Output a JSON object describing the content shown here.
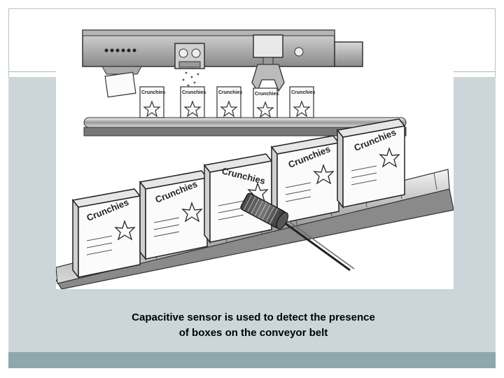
{
  "illustration": {
    "box_brand": "Crunchies"
  },
  "caption": {
    "line1": "Capacitive sensor is used to detect the presence",
    "line2": "of boxes on the conveyor belt"
  },
  "colors": {
    "panel": "#cbd5da",
    "band": "#8ea8ad",
    "text": "#000000"
  }
}
